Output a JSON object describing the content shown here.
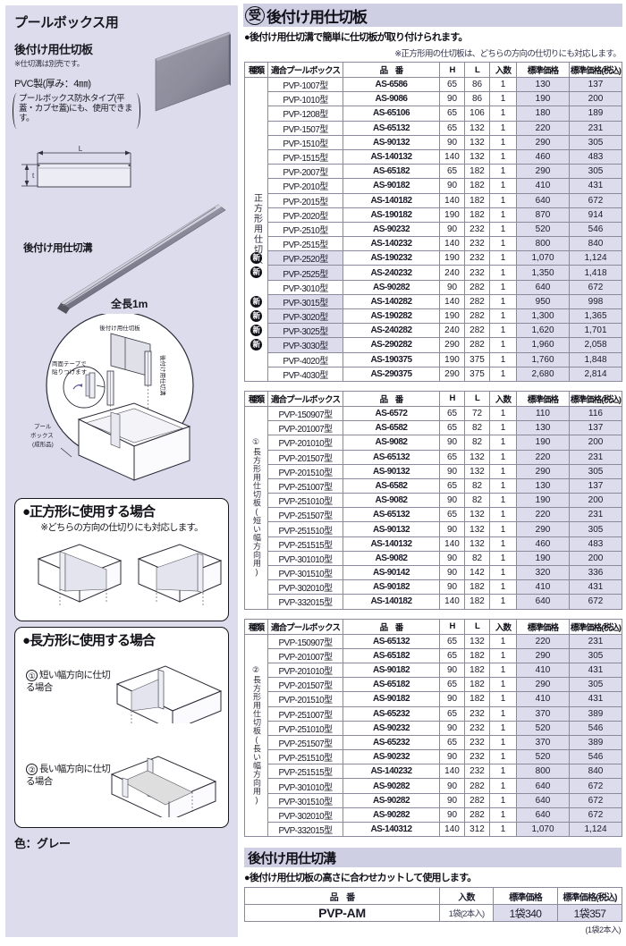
{
  "left": {
    "title": "プールボックス用",
    "subtitle": "後付け用仕切板",
    "note": "※仕切溝は別売です。",
    "pvc": "PVC製(厚み：4㎜)",
    "paren_note": "プールボックス防水タイプ(平蓋・カブセ蓋)にも、使用できます。",
    "dim_L": "L",
    "dim_t": "t",
    "groove_label": "後付け用仕切溝",
    "groove_length": "全長1m",
    "fig_labels": {
      "plate": "後付け用仕切板",
      "tape": "両面テープで貼りつけます",
      "groove": "後付け用仕切溝",
      "poolbox": "プールボックス(成形品)"
    },
    "square_box": {
      "heading": "●正方形に使用する場合",
      "sub": "※どちらの方向の仕切りにも対応します。"
    },
    "rect_box": {
      "heading": "●長方形に使用する場合",
      "case1_num": "①",
      "case1": "短い幅方向に仕切る場合",
      "case2_num": "②",
      "case2": "長い幅方向に仕切る場合"
    },
    "color_label": "色：グレー"
  },
  "right": {
    "badge": "受",
    "title": "後付け用仕切板",
    "bullet": "●後付け用仕切溝で簡単に仕切板が取り付けられます。",
    "note": "※正方形用の仕切板は、どちらの方向の仕切りにも対応します。",
    "columns": [
      "種類",
      "適合プールボックス",
      "品　番",
      "H",
      "L",
      "入数",
      "標準価格",
      "標準価格(税込)"
    ],
    "new_mark": "新",
    "tables": [
      {
        "kind": "正方形用仕切板",
        "rows": [
          {
            "new": false,
            "box": "PVP-1007型",
            "part": "AS-6586",
            "h": "65",
            "l": "86",
            "qty": "1",
            "p1": "130",
            "p2": "137"
          },
          {
            "new": false,
            "box": "PVP-1010型",
            "part": "AS-9086",
            "h": "90",
            "l": "86",
            "qty": "1",
            "p1": "190",
            "p2": "200"
          },
          {
            "new": false,
            "box": "PVP-1208型",
            "part": "AS-65106",
            "h": "65",
            "l": "106",
            "qty": "1",
            "p1": "180",
            "p2": "189"
          },
          {
            "new": false,
            "box": "PVP-1507型",
            "part": "AS-65132",
            "h": "65",
            "l": "132",
            "qty": "1",
            "p1": "220",
            "p2": "231"
          },
          {
            "new": false,
            "box": "PVP-1510型",
            "part": "AS-90132",
            "h": "90",
            "l": "132",
            "qty": "1",
            "p1": "290",
            "p2": "305"
          },
          {
            "new": false,
            "box": "PVP-1515型",
            "part": "AS-140132",
            "h": "140",
            "l": "132",
            "qty": "1",
            "p1": "460",
            "p2": "483"
          },
          {
            "new": false,
            "box": "PVP-2007型",
            "part": "AS-65182",
            "h": "65",
            "l": "182",
            "qty": "1",
            "p1": "290",
            "p2": "305"
          },
          {
            "new": false,
            "box": "PVP-2010型",
            "part": "AS-90182",
            "h": "90",
            "l": "182",
            "qty": "1",
            "p1": "410",
            "p2": "431"
          },
          {
            "new": false,
            "box": "PVP-2015型",
            "part": "AS-140182",
            "h": "140",
            "l": "182",
            "qty": "1",
            "p1": "640",
            "p2": "672"
          },
          {
            "new": false,
            "box": "PVP-2020型",
            "part": "AS-190182",
            "h": "190",
            "l": "182",
            "qty": "1",
            "p1": "870",
            "p2": "914"
          },
          {
            "new": false,
            "box": "PVP-2510型",
            "part": "AS-90232",
            "h": "90",
            "l": "232",
            "qty": "1",
            "p1": "520",
            "p2": "546"
          },
          {
            "new": false,
            "box": "PVP-2515型",
            "part": "AS-140232",
            "h": "140",
            "l": "232",
            "qty": "1",
            "p1": "800",
            "p2": "840"
          },
          {
            "new": true,
            "box": "PVP-2520型",
            "part": "AS-190232",
            "h": "190",
            "l": "232",
            "qty": "1",
            "p1": "1,070",
            "p2": "1,124"
          },
          {
            "new": true,
            "box": "PVP-2525型",
            "part": "AS-240232",
            "h": "240",
            "l": "232",
            "qty": "1",
            "p1": "1,350",
            "p2": "1,418"
          },
          {
            "new": false,
            "box": "PVP-3010型",
            "part": "AS-90282",
            "h": "90",
            "l": "282",
            "qty": "1",
            "p1": "640",
            "p2": "672"
          },
          {
            "new": true,
            "box": "PVP-3015型",
            "part": "AS-140282",
            "h": "140",
            "l": "282",
            "qty": "1",
            "p1": "950",
            "p2": "998"
          },
          {
            "new": true,
            "box": "PVP-3020型",
            "part": "AS-190282",
            "h": "190",
            "l": "282",
            "qty": "1",
            "p1": "1,300",
            "p2": "1,365"
          },
          {
            "new": true,
            "box": "PVP-3025型",
            "part": "AS-240282",
            "h": "240",
            "l": "282",
            "qty": "1",
            "p1": "1,620",
            "p2": "1,701"
          },
          {
            "new": true,
            "box": "PVP-3030型",
            "part": "AS-290282",
            "h": "290",
            "l": "282",
            "qty": "1",
            "p1": "1,960",
            "p2": "2,058"
          },
          {
            "new": false,
            "box": "PVP-4020型",
            "part": "AS-190375",
            "h": "190",
            "l": "375",
            "qty": "1",
            "p1": "1,760",
            "p2": "1,848"
          },
          {
            "new": false,
            "box": "PVP-4030型",
            "part": "AS-290375",
            "h": "290",
            "l": "375",
            "qty": "1",
            "p1": "2,680",
            "p2": "2,814"
          }
        ]
      },
      {
        "kind": "①長方形用仕切板(短い幅方向用)",
        "rows": [
          {
            "new": false,
            "box": "PVP-150907型",
            "part": "AS-6572",
            "h": "65",
            "l": "72",
            "qty": "1",
            "p1": "110",
            "p2": "116"
          },
          {
            "new": false,
            "box": "PVP-201007型",
            "part": "AS-6582",
            "h": "65",
            "l": "82",
            "qty": "1",
            "p1": "130",
            "p2": "137"
          },
          {
            "new": false,
            "box": "PVP-201010型",
            "part": "AS-9082",
            "h": "90",
            "l": "82",
            "qty": "1",
            "p1": "190",
            "p2": "200"
          },
          {
            "new": false,
            "box": "PVP-201507型",
            "part": "AS-65132",
            "h": "65",
            "l": "132",
            "qty": "1",
            "p1": "220",
            "p2": "231"
          },
          {
            "new": false,
            "box": "PVP-201510型",
            "part": "AS-90132",
            "h": "90",
            "l": "132",
            "qty": "1",
            "p1": "290",
            "p2": "305"
          },
          {
            "new": false,
            "box": "PVP-251007型",
            "part": "AS-6582",
            "h": "65",
            "l": "82",
            "qty": "1",
            "p1": "130",
            "p2": "137"
          },
          {
            "new": false,
            "box": "PVP-251010型",
            "part": "AS-9082",
            "h": "90",
            "l": "82",
            "qty": "1",
            "p1": "190",
            "p2": "200"
          },
          {
            "new": false,
            "box": "PVP-251507型",
            "part": "AS-65132",
            "h": "65",
            "l": "132",
            "qty": "1",
            "p1": "220",
            "p2": "231"
          },
          {
            "new": false,
            "box": "PVP-251510型",
            "part": "AS-90132",
            "h": "90",
            "l": "132",
            "qty": "1",
            "p1": "290",
            "p2": "305"
          },
          {
            "new": false,
            "box": "PVP-251515型",
            "part": "AS-140132",
            "h": "140",
            "l": "132",
            "qty": "1",
            "p1": "460",
            "p2": "483"
          },
          {
            "new": false,
            "box": "PVP-301010型",
            "part": "AS-9082",
            "h": "90",
            "l": "82",
            "qty": "1",
            "p1": "190",
            "p2": "200"
          },
          {
            "new": false,
            "box": "PVP-301510型",
            "part": "AS-90142",
            "h": "90",
            "l": "142",
            "qty": "1",
            "p1": "320",
            "p2": "336"
          },
          {
            "new": false,
            "box": "PVP-302010型",
            "part": "AS-90182",
            "h": "90",
            "l": "182",
            "qty": "1",
            "p1": "410",
            "p2": "431"
          },
          {
            "new": false,
            "box": "PVP-332015型",
            "part": "AS-140182",
            "h": "140",
            "l": "182",
            "qty": "1",
            "p1": "640",
            "p2": "672"
          }
        ]
      },
      {
        "kind": "②長方形用仕切板(長い幅方向用)",
        "rows": [
          {
            "new": false,
            "box": "PVP-150907型",
            "part": "AS-65132",
            "h": "65",
            "l": "132",
            "qty": "1",
            "p1": "220",
            "p2": "231"
          },
          {
            "new": false,
            "box": "PVP-201007型",
            "part": "AS-65182",
            "h": "65",
            "l": "182",
            "qty": "1",
            "p1": "290",
            "p2": "305"
          },
          {
            "new": false,
            "box": "PVP-201010型",
            "part": "AS-90182",
            "h": "90",
            "l": "182",
            "qty": "1",
            "p1": "410",
            "p2": "431"
          },
          {
            "new": false,
            "box": "PVP-201507型",
            "part": "AS-65182",
            "h": "65",
            "l": "182",
            "qty": "1",
            "p1": "290",
            "p2": "305"
          },
          {
            "new": false,
            "box": "PVP-201510型",
            "part": "AS-90182",
            "h": "90",
            "l": "182",
            "qty": "1",
            "p1": "410",
            "p2": "431"
          },
          {
            "new": false,
            "box": "PVP-251007型",
            "part": "AS-65232",
            "h": "65",
            "l": "232",
            "qty": "1",
            "p1": "370",
            "p2": "389"
          },
          {
            "new": false,
            "box": "PVP-251010型",
            "part": "AS-90232",
            "h": "90",
            "l": "232",
            "qty": "1",
            "p1": "520",
            "p2": "546"
          },
          {
            "new": false,
            "box": "PVP-251507型",
            "part": "AS-65232",
            "h": "65",
            "l": "232",
            "qty": "1",
            "p1": "370",
            "p2": "389"
          },
          {
            "new": false,
            "box": "PVP-251510型",
            "part": "AS-90232",
            "h": "90",
            "l": "232",
            "qty": "1",
            "p1": "520",
            "p2": "546"
          },
          {
            "new": false,
            "box": "PVP-251515型",
            "part": "AS-140232",
            "h": "140",
            "l": "232",
            "qty": "1",
            "p1": "800",
            "p2": "840"
          },
          {
            "new": false,
            "box": "PVP-301010型",
            "part": "AS-90282",
            "h": "90",
            "l": "282",
            "qty": "1",
            "p1": "640",
            "p2": "672"
          },
          {
            "new": false,
            "box": "PVP-301510型",
            "part": "AS-90282",
            "h": "90",
            "l": "282",
            "qty": "1",
            "p1": "640",
            "p2": "672"
          },
          {
            "new": false,
            "box": "PVP-302010型",
            "part": "AS-90282",
            "h": "90",
            "l": "282",
            "qty": "1",
            "p1": "640",
            "p2": "672"
          },
          {
            "new": false,
            "box": "PVP-332015型",
            "part": "AS-140312",
            "h": "140",
            "l": "312",
            "qty": "1",
            "p1": "1,070",
            "p2": "1,124"
          }
        ]
      }
    ],
    "groove_section": {
      "title": "後付け用仕切溝",
      "bullet": "●後付け用仕切板の高さに合わせカットして使用します。",
      "columns": [
        "品　番",
        "入数",
        "標準価格",
        "標準価格(税込)"
      ],
      "row": {
        "part": "PVP-AM",
        "qty": "1袋(2本入)",
        "p1": "1袋340",
        "p2": "1袋357"
      },
      "foot": "(1袋2本入)"
    }
  },
  "colors": {
    "band": "#cfcfe4",
    "price_cell": "#dcdcec",
    "left_panel": "#dcdced",
    "line": "#8a8a9c"
  }
}
